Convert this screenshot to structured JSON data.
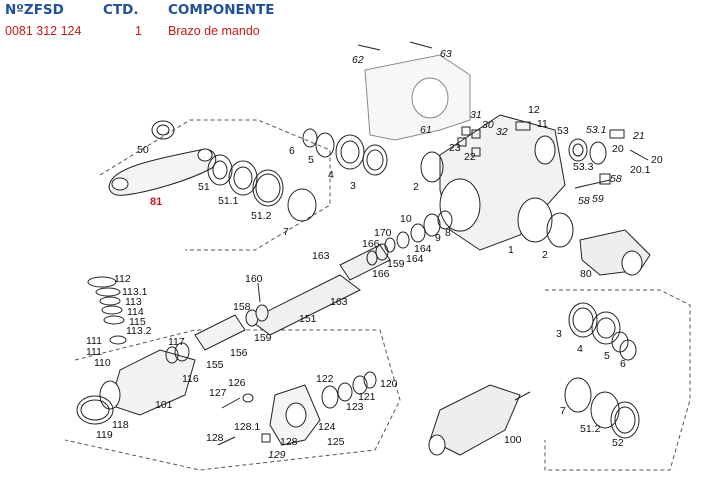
{
  "header": {
    "col_number": "NºZFSD",
    "col_qty": "CTD.",
    "col_component": "COMPONENTE"
  },
  "row": {
    "number": "0081 312 124",
    "qty": "1",
    "component": "Brazo de mando"
  },
  "diagram": {
    "highlight_color": "#c81818",
    "header_color": "#1f4fa0",
    "labels": {
      "l62": "62",
      "l63": "63",
      "l61": "61",
      "l50": "50",
      "l81": "81",
      "l51": "51",
      "l51_1": "51.1",
      "l51_2": "51.2",
      "l6": "6",
      "l5": "5",
      "l4": "4",
      "l3": "3",
      "l7": "7",
      "l2": "2",
      "l31": "31",
      "l30": "30",
      "l32": "32",
      "l23": "23",
      "l22": "22",
      "l12": "12",
      "l11": "11",
      "l53": "53",
      "l53_1": "53.1",
      "l21": "21",
      "l20": "20",
      "l20b": "20",
      "l20_1": "20.1",
      "l53_3": "53.3",
      "l58": "58",
      "l59": "59",
      "l58b": "58",
      "l1": "1",
      "l2b": "2",
      "l80": "80",
      "l10": "10",
      "l170": "170",
      "l166": "166",
      "l9": "9",
      "l8": "8",
      "l164": "164",
      "l164b": "164",
      "l159": "159",
      "l166b": "166",
      "l163": "163",
      "l163b": "163",
      "l160": "160",
      "l158": "158",
      "l151": "151",
      "l159b": "159",
      "l156": "156",
      "l112": "112",
      "l113_1": "113.1",
      "l113": "113",
      "l114": "114",
      "l115": "115",
      "l113_2": "113.2",
      "l111": "111",
      "l111b": "111",
      "l110": "110",
      "l117": "117",
      "l116": "116",
      "l155": "155",
      "l101": "101",
      "l118": "118",
      "l119": "119",
      "l126": "126",
      "l127": "127",
      "l128_1": "128.1",
      "l128": "128",
      "l128b": "128",
      "l129": "129",
      "l122": "122",
      "l124": "124",
      "l125": "125",
      "l121": "121",
      "l123": "123",
      "l120": "120",
      "l100": "100",
      "l3b": "3",
      "l4b": "4",
      "l5b": "5",
      "l6b": "6",
      "l7b": "7",
      "l51_2b": "51.2",
      "l52": "52"
    }
  }
}
